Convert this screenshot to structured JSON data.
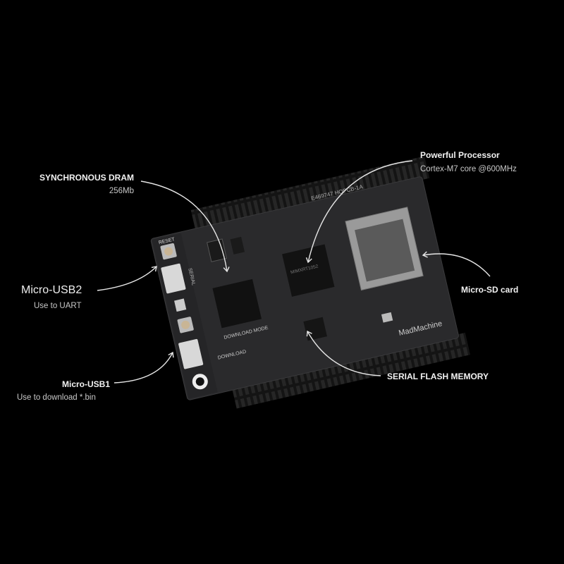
{
  "callouts": {
    "dram": {
      "title": "SYNCHRONOUS DRAM",
      "detail": "256Mb"
    },
    "processor": {
      "title": "Powerful Processor",
      "detail": "Cortex-M7 core @600MHz"
    },
    "usb2": {
      "title": "Micro-USB2",
      "detail": "Use to UART"
    },
    "usb1": {
      "title": "Micro-USB1",
      "detail": "Use to download *.bin"
    },
    "sd": {
      "title": "Micro-SD card"
    },
    "flash": {
      "title": "SERIAL FLASH MEMORY"
    }
  },
  "board": {
    "brand": "MadMachine",
    "serial": "E469747 HQPCB-1A",
    "reset": "RESET",
    "serial_port": "SERIAL",
    "download_mode": "DOWNLOAD MODE",
    "download": "DOWNLOAD",
    "chip": "MIMXRT1052"
  },
  "colors": {
    "background": "#000000",
    "board": "#2a2a2c",
    "text": "#f2f2f2",
    "arrow": "#e6e6e6"
  }
}
